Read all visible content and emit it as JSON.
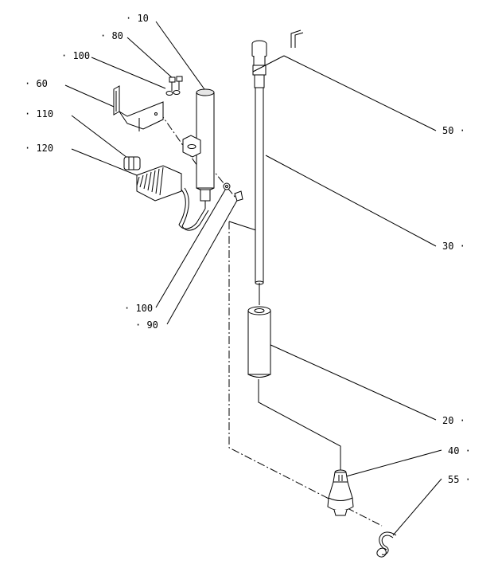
{
  "callouts": [
    {
      "id": "c10",
      "text": "· 10"
    },
    {
      "id": "c80",
      "text": "· 80"
    },
    {
      "id": "c100a",
      "text": "· 100"
    },
    {
      "id": "c60",
      "text": "· 60"
    },
    {
      "id": "c110",
      "text": "· 110"
    },
    {
      "id": "c120",
      "text": "· 120"
    },
    {
      "id": "c50",
      "text": "50 ·"
    },
    {
      "id": "c30",
      "text": "30 ·"
    },
    {
      "id": "c100b",
      "text": "· 100"
    },
    {
      "id": "c90",
      "text": "· 90"
    },
    {
      "id": "c20",
      "text": "20 ·"
    },
    {
      "id": "c40",
      "text": "40 ·"
    },
    {
      "id": "c55",
      "text": "55 ·"
    }
  ]
}
